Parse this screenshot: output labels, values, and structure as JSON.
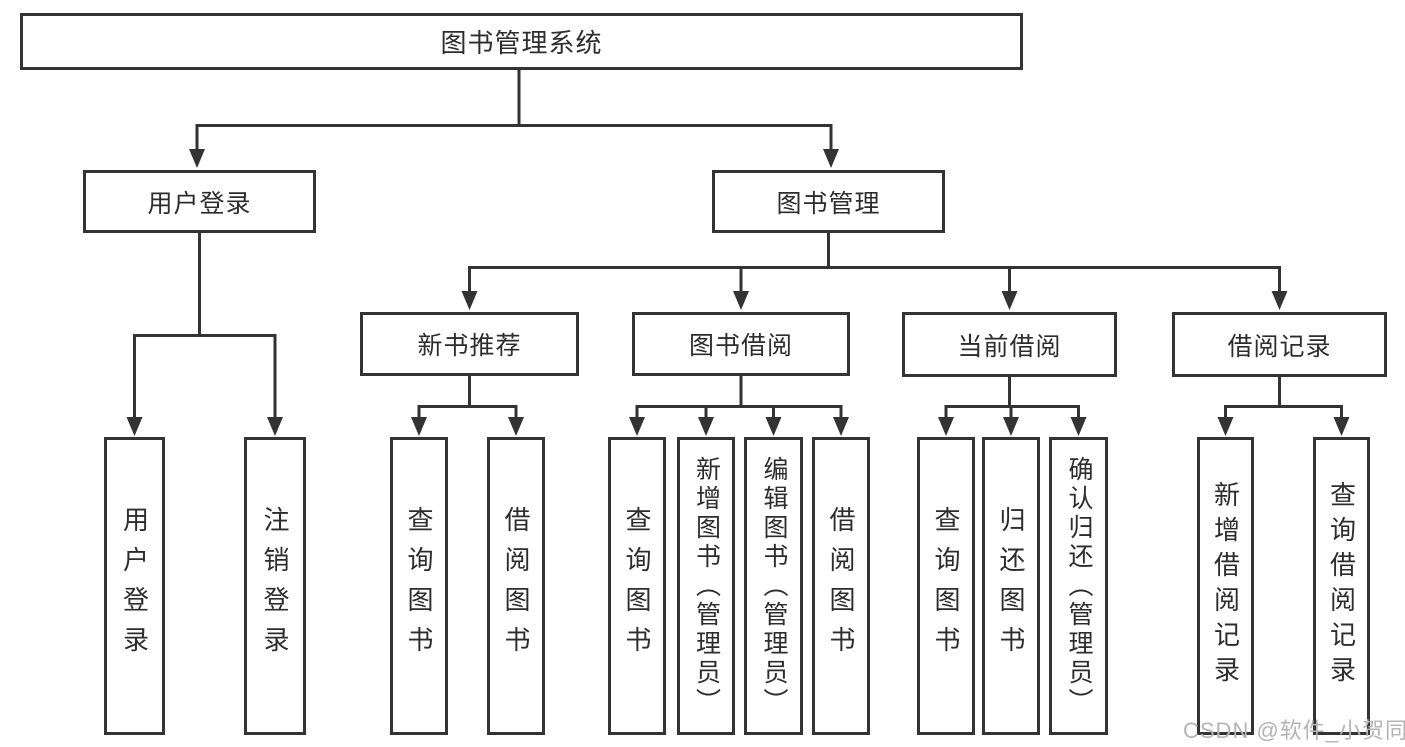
{
  "diagram": {
    "root": "图书管理系统",
    "branches": [
      {
        "label": "用户登录",
        "children": [
          "用户登录",
          "注销登录"
        ]
      },
      {
        "label": "图书管理",
        "children": [
          {
            "label": "新书推荐",
            "children": [
              "查询图书",
              "借阅图书"
            ]
          },
          {
            "label": "图书借阅",
            "children": [
              "查询图书",
              "新增图书（管理员）",
              "编辑图书（管理员）",
              "借阅图书"
            ]
          },
          {
            "label": "当前借阅",
            "children": [
              "查询图书",
              "归还图书",
              "确认归还（管理员）"
            ]
          },
          {
            "label": "借阅记录",
            "children": [
              "新增借阅记录",
              "查询借阅记录"
            ]
          }
        ]
      }
    ]
  },
  "watermark": "CSDN @软件_小贺同学",
  "colors": {
    "line": "#333333",
    "text": "#2d2d2d",
    "watermark": "#b4b4b4",
    "bg": "#ffffff"
  }
}
